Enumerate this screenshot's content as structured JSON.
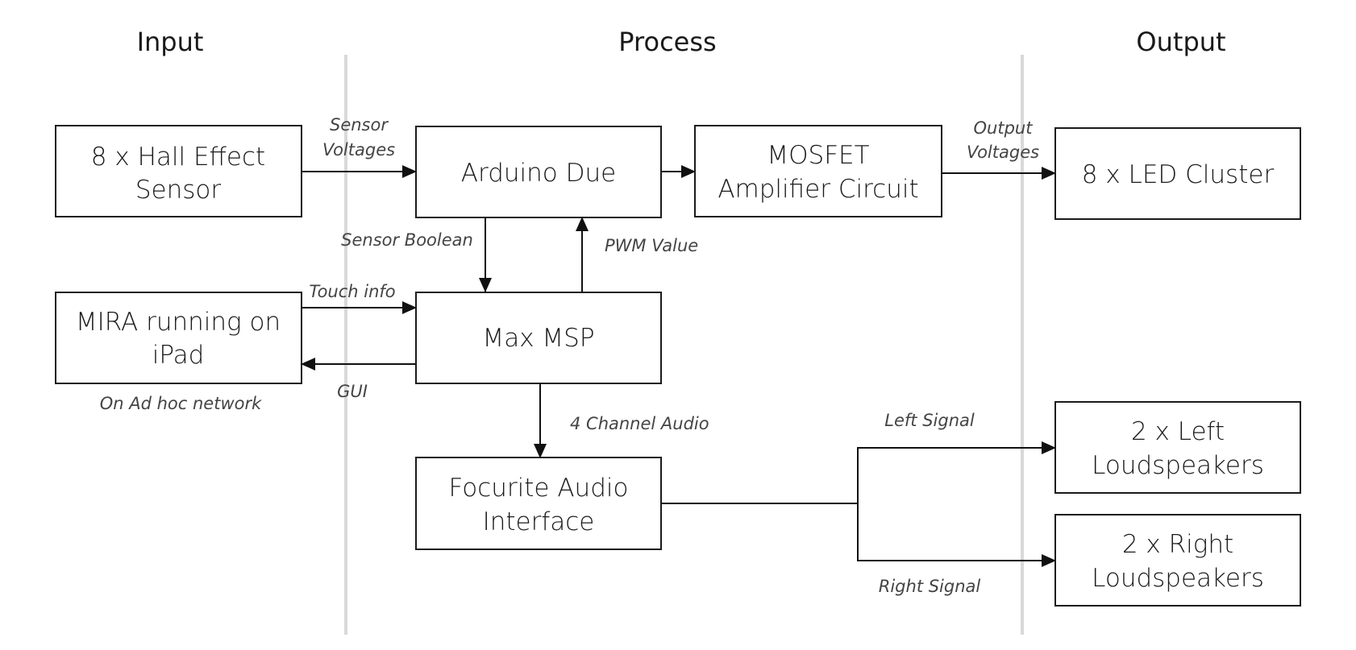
{
  "columns": {
    "input": "Input",
    "process": "Process",
    "output": "Output"
  },
  "boxes": {
    "hall": [
      "8 x Hall Effect",
      "Sensor"
    ],
    "arduino": [
      "Arduino Due"
    ],
    "mosfet": [
      "MOSFET",
      "Amplifier Circuit"
    ],
    "led": [
      "8 x LED Cluster"
    ],
    "mira": [
      "MIRA running on",
      "iPad"
    ],
    "maxmsp": [
      "Max MSP"
    ],
    "focusrite": [
      "Focurite Audio",
      "Interface"
    ],
    "left_speakers": [
      "2 x Left",
      "Loudspeakers"
    ],
    "right_speakers": [
      "2 x Right",
      "Loudspeakers"
    ]
  },
  "labels": {
    "sensor_voltages": [
      "Sensor",
      "Voltages"
    ],
    "output_voltages": [
      "Output",
      "Voltages"
    ],
    "sensor_boolean": "Sensor Boolean",
    "pwm_value": "PWM Value",
    "touch_info": "Touch info",
    "gui": "GUI",
    "adhoc": "On Ad hoc network",
    "four_channel": "4 Channel Audio",
    "left_signal": "Left Signal",
    "right_signal": "Right Signal"
  },
  "colors": {
    "divider": "#d9d9d9",
    "stroke": "#1a1a1a"
  }
}
